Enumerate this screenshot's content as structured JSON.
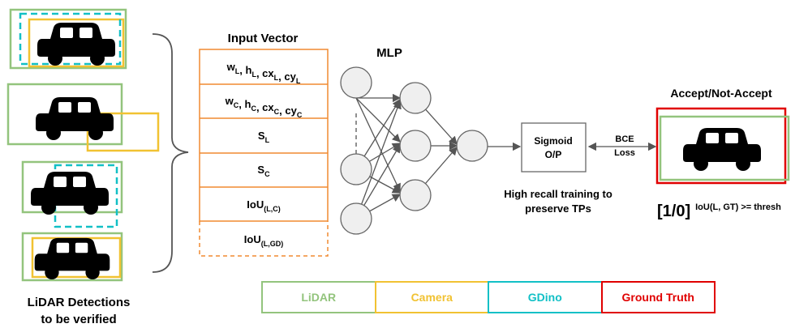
{
  "colors": {
    "lidar": "#93c47d",
    "camera": "#f1c232",
    "gdino": "#12c0c6",
    "ground_truth": "#e00000",
    "vector_box": "#f08a30",
    "network": "#888888"
  },
  "left": {
    "caption_line1": "LiDAR Detections",
    "caption_line2": "to be verified"
  },
  "input_vector": {
    "title": "Input Vector",
    "rows": [
      {
        "base": "w",
        "sub": "L",
        "rest": [
          {
            "t": ", h",
            "s": "L"
          },
          {
            "t": ", cx",
            "s": "L"
          },
          {
            "t": ", cy",
            "s": "L"
          }
        ]
      },
      {
        "base": "w",
        "sub": "C",
        "rest": [
          {
            "t": ", h",
            "s": "C"
          },
          {
            "t": ", cx",
            "s": "C"
          },
          {
            "t": ", cy",
            "s": "C"
          }
        ]
      },
      {
        "base": "S",
        "sub": "L",
        "rest": []
      },
      {
        "base": "S",
        "sub": "C",
        "rest": []
      },
      {
        "base": "IoU",
        "sub": "(L,C)",
        "rest": []
      },
      {
        "base": "IoU",
        "sub": "(L,GD)",
        "rest": []
      }
    ]
  },
  "mlp": {
    "title": "MLP"
  },
  "sigmoid": {
    "line1": "Sigmoid",
    "line2": "O/P"
  },
  "loss": {
    "line1": "BCE",
    "line2": "Loss"
  },
  "training_note": {
    "line1": "High recall training to",
    "line2": "preserve TPs"
  },
  "output": {
    "title": "Accept/Not-Accept",
    "label_main": "[1/0]",
    "label_cond": "IoU(L, GT) >= thresh"
  },
  "legend": [
    {
      "label": "LiDAR",
      "color": "#93c47d"
    },
    {
      "label": "Camera",
      "color": "#f1c232"
    },
    {
      "label": "GDino",
      "color": "#12c0c6"
    },
    {
      "label": "Ground Truth",
      "color": "#e00000"
    }
  ]
}
